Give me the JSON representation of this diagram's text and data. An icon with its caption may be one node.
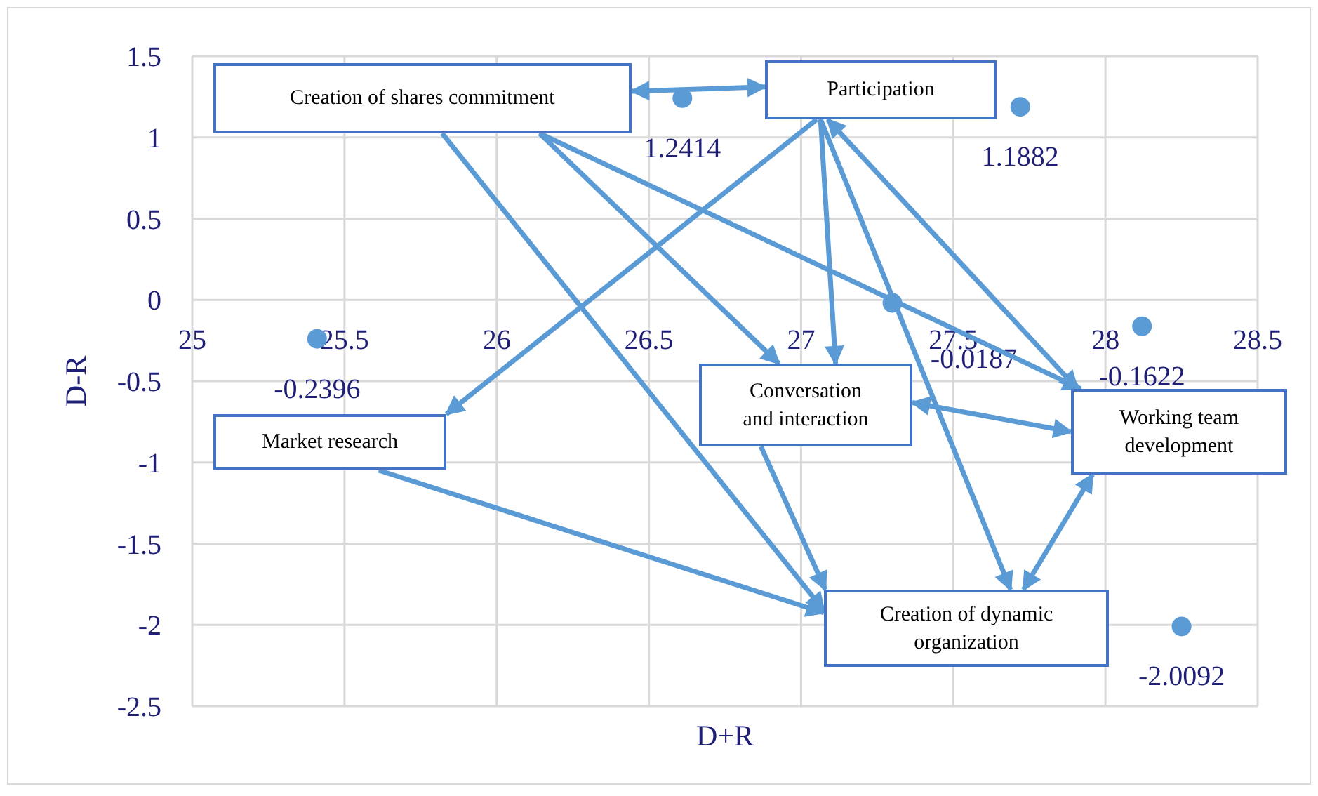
{
  "diagram": {
    "nodes": [
      {
        "text": [
          "Creation of shares commitment"
        ]
      },
      {
        "text": [
          "Participation"
        ]
      },
      {
        "text": [
          "Market research"
        ]
      },
      {
        "text": [
          "Conversation and interaction"
        ]
      },
      {
        "text": [
          "Working team development"
        ]
      },
      {
        "text": [
          "Creation of dynamic organization"
        ]
      }
    ],
    "edges": [
      {
        "from": 0,
        "to": 1,
        "arrow": "both"
      },
      {
        "from": 0,
        "to": 5,
        "arrow": "to"
      },
      {
        "from": 0,
        "to": 3,
        "arrow": "to"
      },
      {
        "from": 0,
        "to": 4,
        "arrow": "to"
      },
      {
        "from": 1,
        "to": 2,
        "arrow": "to"
      },
      {
        "from": 1,
        "to": 3,
        "arrow": "to"
      },
      {
        "from": 1,
        "to": 5,
        "arrow": "to"
      },
      {
        "from": 1,
        "to": 4,
        "arrow": "both"
      },
      {
        "from": 3,
        "to": 4,
        "arrow": "both"
      },
      {
        "from": 3,
        "to": 5,
        "arrow": "to"
      },
      {
        "from": 2,
        "to": 5,
        "arrow": "to"
      },
      {
        "from": 5,
        "to": 4,
        "arrow": "both"
      }
    ],
    "chart_data": {
      "type": "scatter",
      "xlabel": "D+R",
      "ylabel": "D-R",
      "x": [
        25.41,
        26.61,
        27.72,
        27.3,
        28.12,
        28.25
      ],
      "series": [
        {
          "color": "#5b9bd5",
          "values": [
            -0.2396,
            1.2414,
            1.1882,
            -0.0187,
            -0.1622,
            -2.0092
          ]
        }
      ],
      "xlim": [
        25,
        28.5
      ],
      "ylim": [
        -2.5,
        1.5
      ],
      "xticks": [
        25,
        25.5,
        26,
        26.5,
        27,
        27.5,
        28,
        28.5
      ],
      "yticks": [
        -2.5,
        -2,
        -1.5,
        -1,
        -0.5,
        0,
        0.5,
        1,
        1.5
      ],
      "data_labels": true,
      "grid": true
    }
  }
}
